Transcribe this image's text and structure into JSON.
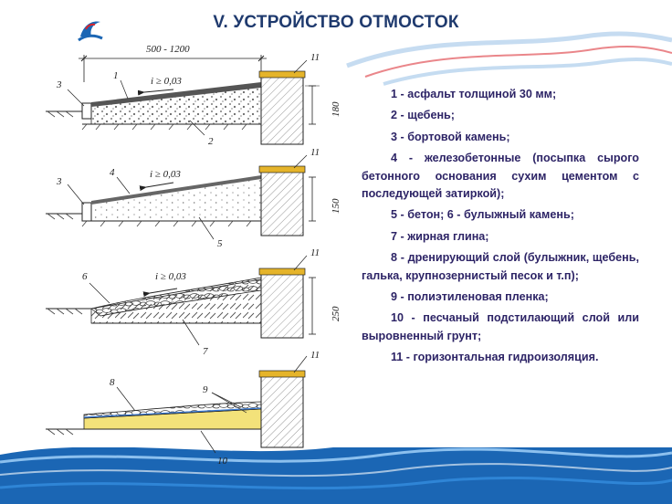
{
  "title": "V. УСТРОЙСТВО ОТМОСТОК",
  "logo_icon": "blue-wave-logo-icon",
  "colors": {
    "title": "#1f3a6e",
    "legend_text": "#2d2466",
    "wave_blue": "#1b66b4",
    "wave_red": "#d8222a",
    "sand": "#f3e27a",
    "insulation": "#e5b42a"
  },
  "diagram": {
    "width_dim": "500 - 1200",
    "slope": "i ≥ 0,03",
    "callouts": [
      "1",
      "2",
      "3",
      "4",
      "5",
      "6",
      "7",
      "8",
      "9",
      "10",
      "11"
    ],
    "heights": [
      "180",
      "150",
      "250"
    ]
  },
  "legend": [
    "1 - асфальт толщиной 30 мм;",
    "2 - щебень;",
    "3 - бортовой камень;",
    "4 - железобетонные (посыпка сырого бетонного основания сухим цементом с последующей затиркой);",
    "5 - бетон; 6 - булыжный камень;",
    "7 - жирная глина;",
    "8 - дренирующий слой (булыжник, щебень, галька, крупнозернистый песок и т.п);",
    "9 - полиэтиленовая пленка;",
    "10 - песчаный подстилающий слой или выровненный грунт;",
    "11 - горизонтальная гидроизоляция."
  ]
}
